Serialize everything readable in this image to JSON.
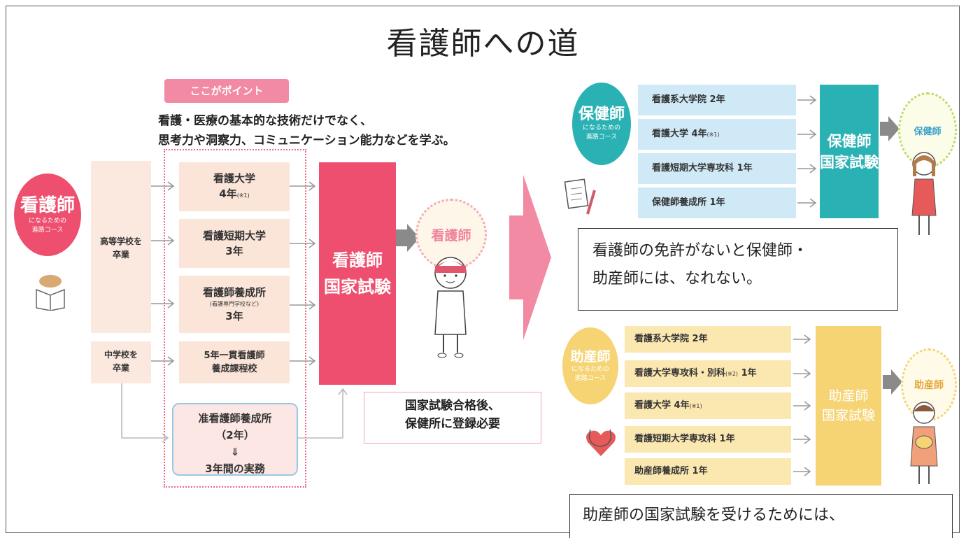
{
  "title": "看護師への道",
  "point": {
    "badge": "ここがポイント",
    "line1": "看護・医療の基本的な技術だけでなく、",
    "line2": "思考力や洞察力、コミュニケーション能力などを学ぶ。"
  },
  "nurse_course": {
    "circle_big": "看護師",
    "circle_small1": "になるための",
    "circle_small2": "進路コース",
    "high_school": [
      "高等学校を",
      "卒業"
    ],
    "middle_school": [
      "中学校を",
      "卒業"
    ],
    "schools": [
      {
        "line1": "看護大学",
        "line2": "4年",
        "note": "(※1)"
      },
      {
        "line1": "看護短期大学",
        "line2": "3年",
        "note": ""
      },
      {
        "line1": "看護師養成所",
        "sub": "(看護専門学校など)",
        "line2": "3年"
      },
      {
        "line1": "5年一貫看護師",
        "line2": "養成課程校"
      }
    ],
    "practical": [
      "准看護師養成所",
      "（2年）",
      "⇓",
      "3年間の実務"
    ],
    "exam": [
      "看護師",
      "国家試験"
    ],
    "result": "看護師",
    "registration": [
      "国家試験合格後、",
      "保健所に登録必要"
    ]
  },
  "phn_course": {
    "circle_big": "保健師",
    "circle_small1": "になるための",
    "circle_small2": "進路コース",
    "rows": [
      {
        "label": "看護系大学院 2年",
        "note": ""
      },
      {
        "label": "看護大学 4年",
        "note": "(※1)"
      },
      {
        "label": "看護短期大学専攻科 1年",
        "note": ""
      },
      {
        "label": "保健師養成所 1年",
        "note": ""
      }
    ],
    "exam": [
      "保健師",
      "国家試験"
    ],
    "result": "保健師"
  },
  "note1": [
    "看護師の免許がないと保健師・",
    "助産師には、なれない。"
  ],
  "midwife_course": {
    "circle_big": "助産師",
    "circle_small1": "になるための",
    "circle_small2": "進路コース",
    "rows": [
      {
        "label": "看護系大学院 2年",
        "note": "",
        "after": ""
      },
      {
        "label": "看護大学専攻科・別科",
        "note": "(※2)",
        "after": " 1年"
      },
      {
        "label": "看護大学 4年",
        "note": "(※1)",
        "after": ""
      },
      {
        "label": "看護短期大学専攻科 1年",
        "note": "",
        "after": ""
      },
      {
        "label": "助産師養成所 1年",
        "note": "",
        "after": ""
      }
    ],
    "exam": [
      "助産師",
      "国家試験"
    ],
    "result": "助産師"
  },
  "note2": "助産師の国家試験を受けるためには、",
  "colors": {
    "pink": "#ee4f6e",
    "teal": "#2ab1b3",
    "yellow": "#f6d474",
    "peach": "#fbe4d8"
  }
}
